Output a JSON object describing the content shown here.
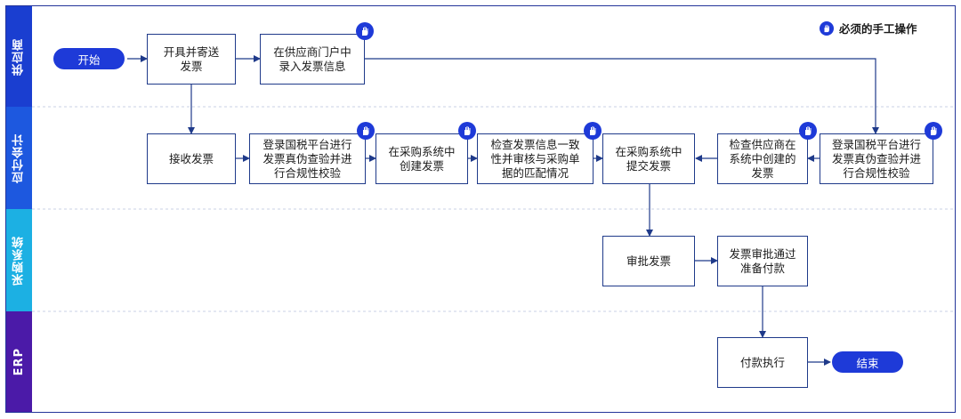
{
  "lanes": [
    {
      "label": "供应商",
      "color": "#1a3ed0"
    },
    {
      "label": "应付会计",
      "color": "#1d58df"
    },
    {
      "label": "采购系统",
      "color": "#1cb0e3"
    },
    {
      "label": "ERP",
      "color": "#4b1aa8"
    }
  ],
  "nodes": {
    "start": "开始",
    "issue_invoice": "开具并寄送\n发票",
    "supplier_portal_entry": "在供应商门户中\n录入发票信息",
    "receive_invoice": "接收发票",
    "verify_tax_platform_1": "登录国税平台进行\n发票真伪查验并进\n行合规性校验",
    "create_in_procurement": "在采购系统中\n创建发票",
    "check_match": "检查发票信息一致\n性并审核与采购单\n据的匹配情况",
    "submit_in_procurement": "在采购系统中\n提交发票",
    "check_supplier_created": "检查供应商在\n系统中创建的\n发票",
    "verify_tax_platform_2": "登录国税平台进行\n发票真伪查验并进\n行合规性校验",
    "approve_invoice": "审批发票",
    "approved_ready_pay": "发票审批通过\n准备付款",
    "payment_execution": "付款执行",
    "end": "结束"
  },
  "legend": {
    "label": "必须的手工操作",
    "icon": "hand-icon"
  },
  "colors": {
    "accent": "#1e3ad8",
    "border": "#1f3a8a",
    "frame": "#24359a"
  }
}
